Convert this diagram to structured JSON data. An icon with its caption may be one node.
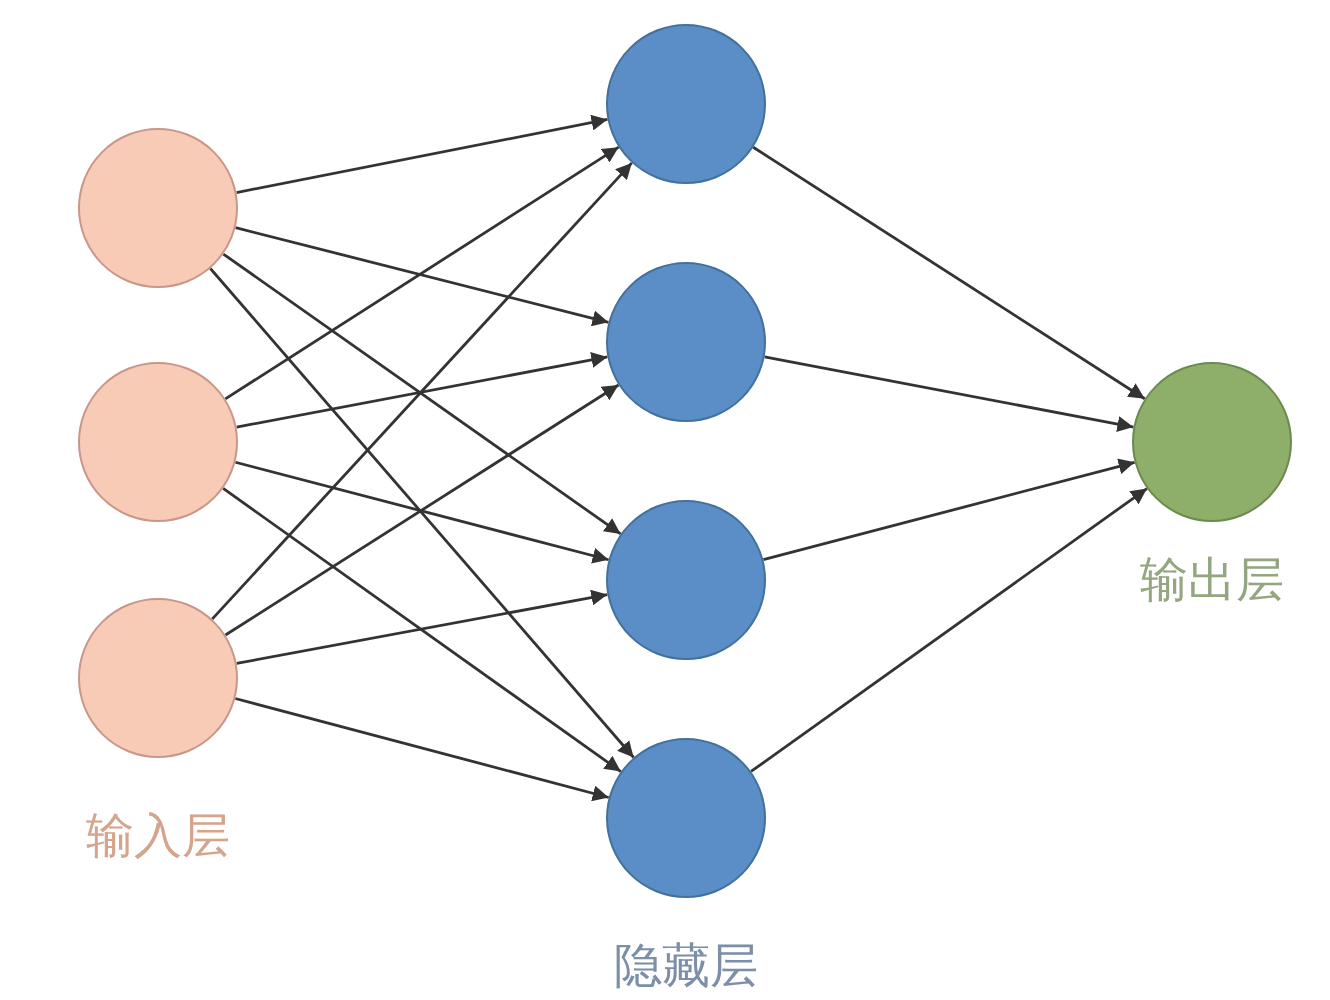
{
  "diagram": {
    "nodes": [
      {
        "text": [],
        "shape": "circle"
      },
      {
        "text": [],
        "shape": "circle"
      },
      {
        "text": [],
        "shape": "circle"
      },
      {
        "text": [],
        "shape": "circle"
      },
      {
        "text": [],
        "shape": "circle"
      },
      {
        "text": [],
        "shape": "circle"
      },
      {
        "text": [],
        "shape": "circle"
      },
      {
        "text": [],
        "shape": "circle"
      }
    ],
    "edges": [
      {
        "from": 0,
        "to": 3,
        "arrow": "to"
      },
      {
        "from": 0,
        "to": 4,
        "arrow": "to"
      },
      {
        "from": 0,
        "to": 5,
        "arrow": "to"
      },
      {
        "from": 0,
        "to": 6,
        "arrow": "to"
      },
      {
        "from": 1,
        "to": 3,
        "arrow": "to"
      },
      {
        "from": 1,
        "to": 4,
        "arrow": "to"
      },
      {
        "from": 1,
        "to": 5,
        "arrow": "to"
      },
      {
        "from": 1,
        "to": 6,
        "arrow": "to"
      },
      {
        "from": 2,
        "to": 3,
        "arrow": "to"
      },
      {
        "from": 2,
        "to": 4,
        "arrow": "to"
      },
      {
        "from": 2,
        "to": 5,
        "arrow": "to"
      },
      {
        "from": 2,
        "to": 6,
        "arrow": "to"
      },
      {
        "from": 3,
        "to": 7,
        "arrow": "to"
      },
      {
        "from": 4,
        "to": 7,
        "arrow": "to"
      },
      {
        "from": 5,
        "to": 7,
        "arrow": "to"
      },
      {
        "from": 6,
        "to": 7,
        "arrow": "to"
      }
    ],
    "labels": [
      "输入层",
      "隐藏层",
      "输出层"
    ]
  }
}
